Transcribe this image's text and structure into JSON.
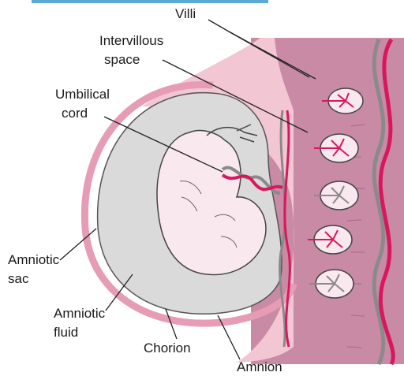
{
  "labels": {
    "villi": "Villi",
    "intervillous_line1": "Intervillous",
    "intervillous_line2": "space",
    "umbilical_line1": "Umbilical",
    "umbilical_line2": "cord",
    "amniotic_sac_line1": "Amniotic",
    "amniotic_sac_line2": "sac",
    "amniotic_fluid_line1": "Amniotic",
    "amniotic_fluid_line2": "fluid",
    "chorion": "Chorion",
    "amnion": "Amnion"
  },
  "colors": {
    "top_bar": "#5aa9d6",
    "uterine_wall": "#c98aa6",
    "placenta_bg": "#f3c6d4",
    "vessel_red": "#d8185c",
    "vessel_gray": "#8a8a8a",
    "fluid": "#dadada",
    "embryo": "#fae8ef"
  }
}
